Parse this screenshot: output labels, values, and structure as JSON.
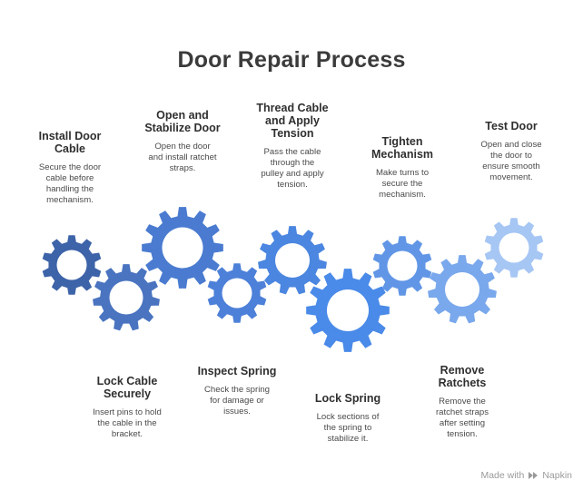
{
  "title": "Door Repair Process",
  "steps": [
    {
      "title": "Install Door Cable",
      "title_lines": [
        "Install Door",
        "Cable"
      ],
      "desc_lines": [
        "Secure the door",
        "cable before",
        "handling the",
        "mechanism."
      ]
    },
    {
      "title": "Lock Cable Securely",
      "title_lines": [
        "Lock Cable",
        "Securely"
      ],
      "desc_lines": [
        "Insert pins to hold",
        "the cable in the",
        "bracket."
      ]
    },
    {
      "title": "Open and Stabilize Door",
      "title_lines": [
        "Open and",
        "Stabilize Door"
      ],
      "desc_lines": [
        "Open the door",
        "and install ratchet",
        "straps."
      ]
    },
    {
      "title": "Inspect Spring",
      "title_lines": [
        "Inspect Spring"
      ],
      "desc_lines": [
        "Check the spring",
        "for damage or",
        "issues."
      ]
    },
    {
      "title": "Thread Cable and Apply Tension",
      "title_lines": [
        "Thread Cable",
        "and Apply",
        "Tension"
      ],
      "desc_lines": [
        "Pass the cable",
        "through the",
        "pulley and apply",
        "tension."
      ]
    },
    {
      "title": "Lock Spring",
      "title_lines": [
        "Lock Spring"
      ],
      "desc_lines": [
        "Lock sections of",
        "the spring to",
        "stabilize it."
      ]
    },
    {
      "title": "Tighten Mechanism",
      "title_lines": [
        "Tighten",
        "Mechanism"
      ],
      "desc_lines": [
        "Make turns to",
        "secure the",
        "mechanism."
      ]
    },
    {
      "title": "Remove Ratchets",
      "title_lines": [
        "Remove",
        "Ratchets"
      ],
      "desc_lines": [
        "Remove the",
        "ratchet straps",
        "after setting",
        "tension."
      ]
    },
    {
      "title": "Test Door",
      "title_lines": [
        "Test Door"
      ],
      "desc_lines": [
        "Open and close",
        "the door to",
        "ensure smooth",
        "movement."
      ]
    }
  ],
  "gear_colors": [
    "#3d63a8",
    "#4a74c0",
    "#4a7bd0",
    "#4d80d8",
    "#4b86e0",
    "#4a8ae8",
    "#6196e6",
    "#7aa8ec",
    "#a6c6f4"
  ],
  "footer": {
    "made_with": "Made with",
    "brand": "Napkin"
  }
}
